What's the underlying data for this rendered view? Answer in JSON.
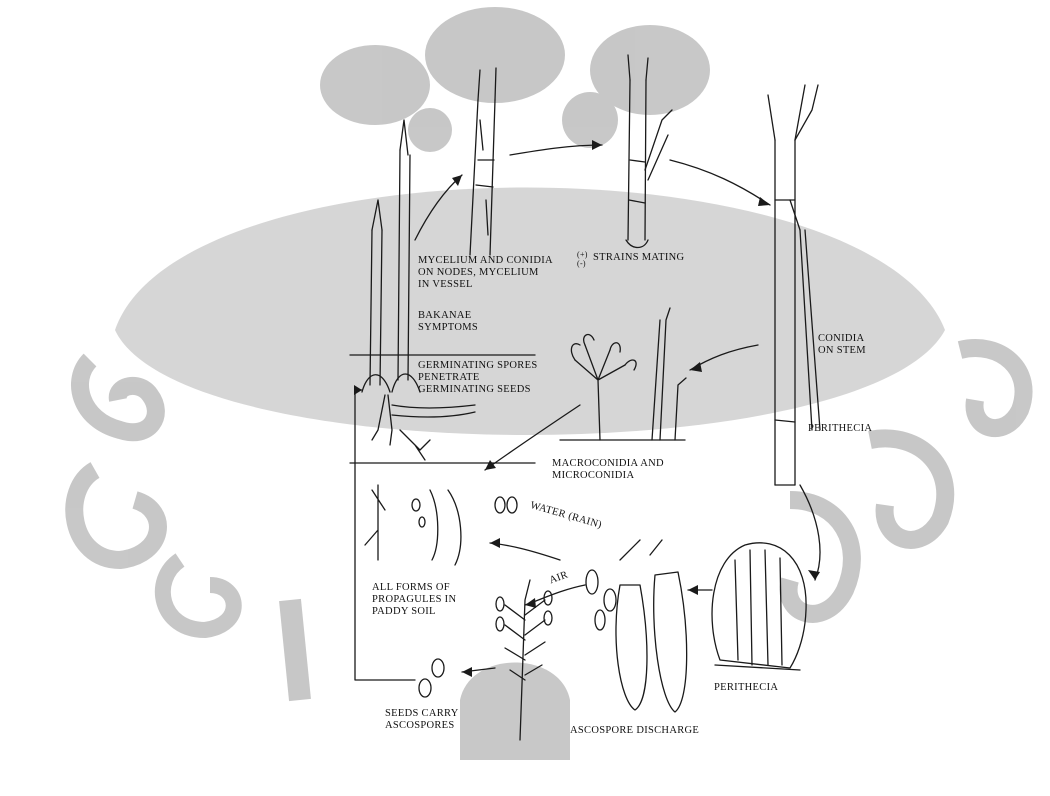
{
  "colors": {
    "watermark": "#c8c8c8",
    "ink": "#1a1a1a",
    "paper": "#ffffff"
  },
  "labels": {
    "mycelium": "MYCELIUM AND CONIDIA\nON NODES, MYCELIUM\nIN VESSEL",
    "mating_sign": "(+)\n(-)",
    "strains_mating": "STRAINS MATING",
    "bakanae": "BAKANAE\nSYMPTOMS",
    "conidia_stem": "CONIDIA\nON STEM",
    "germinating": "GERMINATING SPORES\nPENETRATE\nGERMINATING SEEDS",
    "perithecia_top": "PERITHECIA",
    "macroconidia": "MACROCONIDIA AND\nMICROCONIDIA",
    "water": "WATER (RAIN)",
    "air": "AIR",
    "propagules": "ALL FORMS OF\nPROPAGULES IN\nPADDY SOIL",
    "perithecia_bottom": "PERITHECIA",
    "seeds_carry": "SEEDS CARRY\nASCOSPORES",
    "ascospore_discharge": "ASCOSPORE DISCHARGE"
  }
}
